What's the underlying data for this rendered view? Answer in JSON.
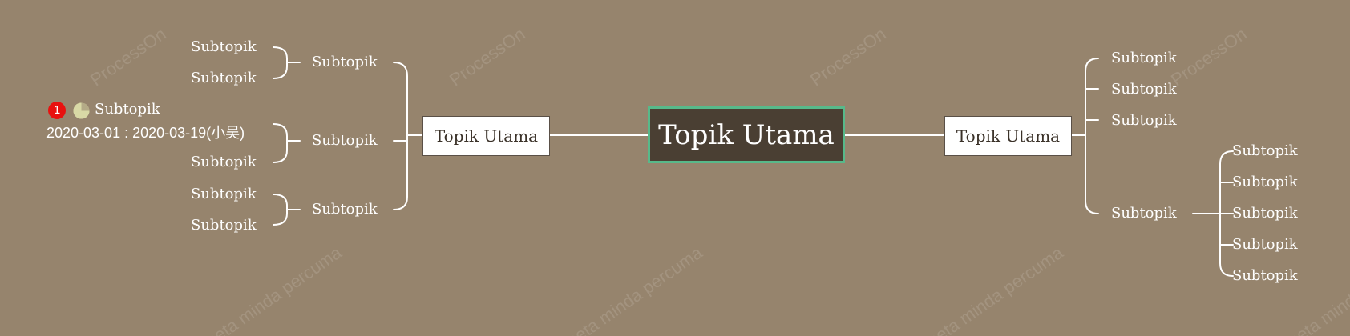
{
  "colors": {
    "background": "#96846d",
    "main_fill": "#4a3f33",
    "main_border": "#57b98a",
    "line": "#ffffff",
    "priority_marker": "#e8110f",
    "progress_marker": "#d9d9a6"
  },
  "watermark": {
    "brand": "ProcessOn",
    "slogan": "peta minda percuma"
  },
  "central": {
    "label": "Topik Utama"
  },
  "left": {
    "topic": "Topik Utama",
    "branches": [
      {
        "label": "Subtopik",
        "children": [
          "Subtopik",
          "Subtopik"
        ]
      },
      {
        "label": "Subtopik",
        "children": [
          {
            "label": "Subtopik",
            "priority": "1",
            "priority_icon": "priority-1-icon",
            "progress_icon": "progress-three-quarter-icon",
            "note": "2020-03-01 : 2020-03-19(小吴)"
          },
          "Subtopik"
        ]
      },
      {
        "label": "Subtopik",
        "children": [
          "Subtopik",
          "Subtopik"
        ]
      }
    ]
  },
  "right": {
    "topic": "Topik Utama",
    "branches": [
      {
        "label": "Subtopik"
      },
      {
        "label": "Subtopik"
      },
      {
        "label": "Subtopik"
      },
      {
        "label": "Subtopik",
        "children": [
          "Subtopik",
          "Subtopik",
          "Subtopik",
          "Subtopik",
          "Subtopik"
        ]
      }
    ]
  }
}
